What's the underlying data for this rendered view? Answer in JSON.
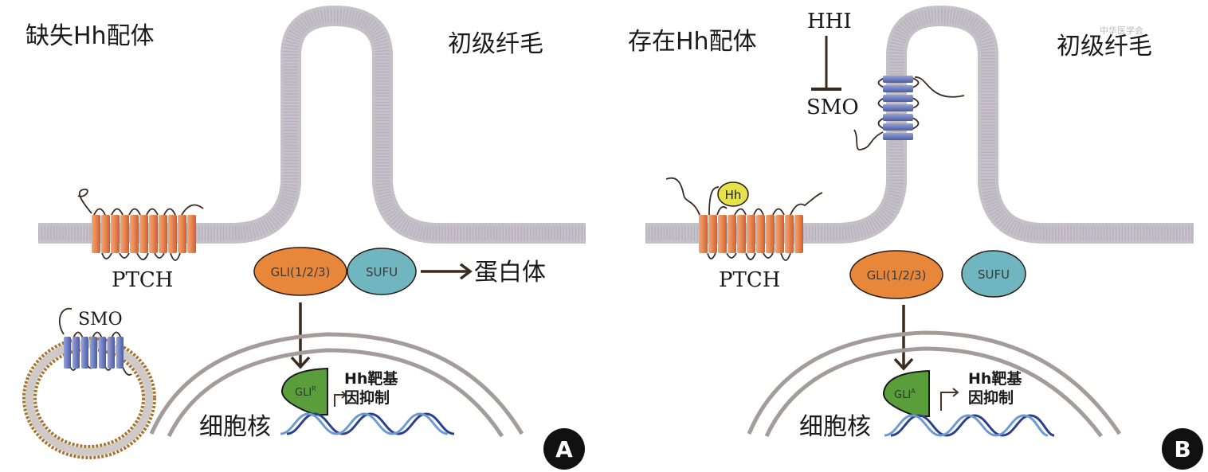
{
  "figure": {
    "panels": [
      {
        "id": "A",
        "badge": "A",
        "condition_label": "缺失Hh配体",
        "cilium_label": "初级纤毛",
        "receptor_label": "PTCH",
        "smo_label": "SMO",
        "gli_label": "GLI(1/2/3)",
        "sufu_label": "SUFU",
        "degradation_label": "蛋白体",
        "gli_nuclear_label": "GLI",
        "gli_nuclear_superscript": "R",
        "target_gene_line1": "Hh靶基",
        "target_gene_line2": "因抑制",
        "nucleus_label": "细胞核"
      },
      {
        "id": "B",
        "badge": "B",
        "condition_label": "存在Hh配体",
        "cilium_label": "初级纤毛",
        "inhibitor_label": "HHI",
        "inhibited_target_label": "SMO",
        "ligand_label": "Hh",
        "receptor_label": "PTCH",
        "gli_label": "GLI(1/2/3)",
        "sufu_label": "SUFU",
        "gli_nuclear_label": "GLI",
        "gli_nuclear_superscript": "A",
        "target_gene_line1": "Hh靶基",
        "target_gene_line2": "因抑制",
        "nucleus_label": "细胞核"
      }
    ],
    "watermark": "中华医学会",
    "colors": {
      "ptch": "#e9854f",
      "smo": "#6f7fbf",
      "gli": "#e8873a",
      "sufu": "#6fb6c0",
      "gli_nuclear": "#5a9e3c",
      "hh_ligand": "#e6e34a",
      "vesicle": "#a8742f",
      "dna_dark": "#2c3f8c",
      "dna_light": "#6b9bd0",
      "badge": "#111111"
    }
  }
}
